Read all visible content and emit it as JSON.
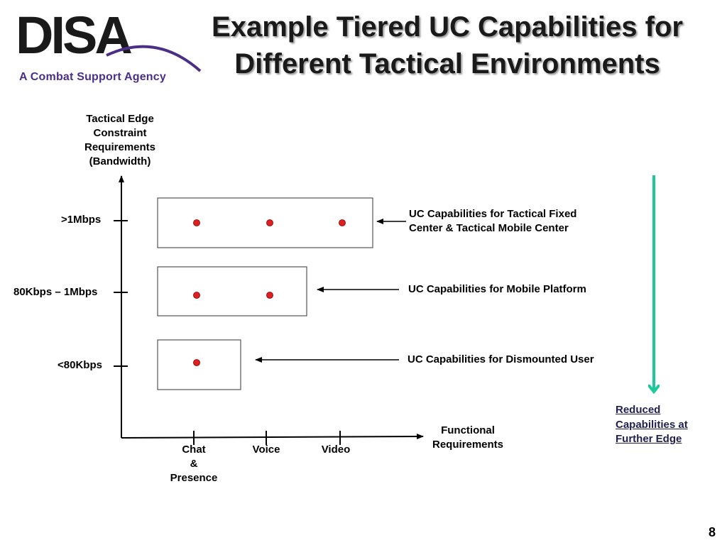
{
  "logo": {
    "wordmark": "DISA",
    "tagline": "A Combat Support Agency",
    "colors": {
      "dark": "#1a1a1a",
      "accent": "#4b2f86"
    }
  },
  "title": {
    "line1": "Example Tiered UC Capabilities for",
    "line2": "Different Tactical Environments"
  },
  "diagram": {
    "y_axis_title": [
      "Tactical Edge",
      "Constraint",
      "Requirements",
      "(Bandwidth)"
    ],
    "y_ticks": [
      ">1Mbps",
      "80Kbps – 1Mbps",
      "<80Kbps"
    ],
    "x_axis_title": [
      "Functional",
      "Requirements"
    ],
    "x_ticks": [
      {
        "lines": [
          "Chat",
          "&",
          "Presence"
        ]
      },
      {
        "lines": [
          "Voice"
        ]
      },
      {
        "lines": [
          "Video"
        ]
      }
    ],
    "tiers": [
      {
        "label_lines": [
          "UC Capabilities for Tactical Fixed",
          "Center & Tactical Mobile Center"
        ],
        "capabilities": 3
      },
      {
        "label_lines": [
          "UC Capabilities for Mobile Platform"
        ],
        "capabilities": 2
      },
      {
        "label_lines": [
          "UC Capabilities for Dismounted User"
        ],
        "capabilities": 1
      }
    ],
    "trend_note": [
      "Reduced",
      "Capabilities at",
      "Further Edge"
    ],
    "colors": {
      "dot": "#e02020",
      "trend_arrow": "#1cc99a",
      "axis": "#000000"
    }
  },
  "page_number": "8"
}
